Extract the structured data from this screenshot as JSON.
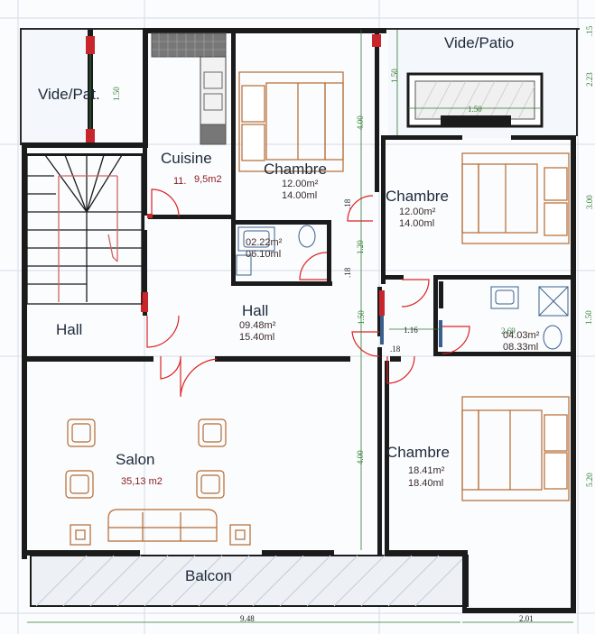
{
  "rooms": {
    "vide_patio_left": "Vide/Pat.",
    "vide_patio_right": "Vide/Patio",
    "cuisine": "Cuisine",
    "cuisine_area": "9,5m2",
    "cuisine_small": "11.",
    "chambre1": "Chambre",
    "chambre1_area": "12.00m²",
    "chambre1_perim": "14.00ml",
    "chambre2": "Chambre",
    "chambre2_area": "12.00m²",
    "chambre2_perim": "14.00ml",
    "chambre3": "Chambre",
    "chambre3_area": "18.41m²",
    "chambre3_perim": "18.40ml",
    "wc_area": "02.22m²",
    "wc_perim": "06.10ml",
    "sdb_area": "04.03m²",
    "sdb_perim": "08.33ml",
    "sdb_dim": "2.69",
    "hall_left": "Hall",
    "hall_center": "Hall",
    "hall_area": "09.48m²",
    "hall_perim": "15.40ml",
    "salon": "Salon",
    "salon_area": "35,13 m2",
    "balcon": "Balcon"
  },
  "dimensions": {
    "d_1_50_a": "1.50",
    "d_1_50_b": "1.50",
    "d_1_50_c": "1.50",
    "d_1_50_d": "1.50",
    "d_1_50_e": "1.50",
    "d_4_00_a": "4.00",
    "d_4_00_b": "4.00",
    "d_1_20": "1.20",
    "d_18_a": ".18",
    "d_18_b": ".18",
    "d_18_c": ".18",
    "d_1_16": "1.16",
    "d_15": ".15",
    "d_2_23": "2.23",
    "d_3_00": "3.00",
    "d_5_20": "5.20",
    "d_9_48": "9.48",
    "d_2_01": "2.01"
  }
}
